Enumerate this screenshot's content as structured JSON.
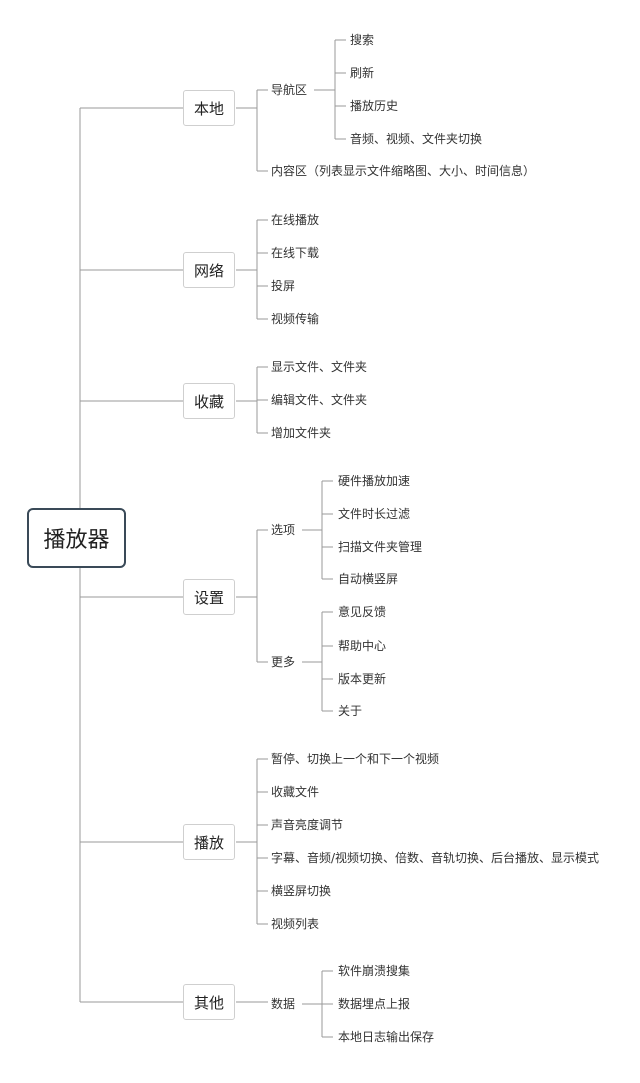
{
  "root": "播放器",
  "local": {
    "title": "本地",
    "nav": "导航区",
    "nav_items": [
      "搜索",
      "刷新",
      "播放历史",
      "音频、视频、文件夹切换"
    ],
    "content": "内容区（列表显示文件缩略图、大小、时间信息）"
  },
  "network": {
    "title": "网络",
    "items": [
      "在线播放",
      "在线下载",
      "投屏",
      "视频传输"
    ]
  },
  "favorites": {
    "title": "收藏",
    "items": [
      "显示文件、文件夹",
      "编辑文件、文件夹",
      "增加文件夹"
    ]
  },
  "settings": {
    "title": "设置",
    "options": "选项",
    "option_items": [
      "硬件播放加速",
      "文件时长过滤",
      "扫描文件夹管理",
      "自动横竖屏"
    ],
    "more": "更多",
    "more_items": [
      "意见反馈",
      "帮助中心",
      "版本更新",
      "关于"
    ]
  },
  "playback": {
    "title": "播放",
    "items": [
      "暂停、切换上一个和下一个视频",
      "收藏文件",
      "声音亮度调节",
      "字幕、音频/视频切换、倍数、音轨切换、后台播放、显示模式",
      "横竖屏切换",
      "视频列表"
    ]
  },
  "other": {
    "title": "其他",
    "data": "数据",
    "data_items": [
      "软件崩溃搜集",
      "数据埋点上报",
      "本地日志输出保存"
    ]
  }
}
